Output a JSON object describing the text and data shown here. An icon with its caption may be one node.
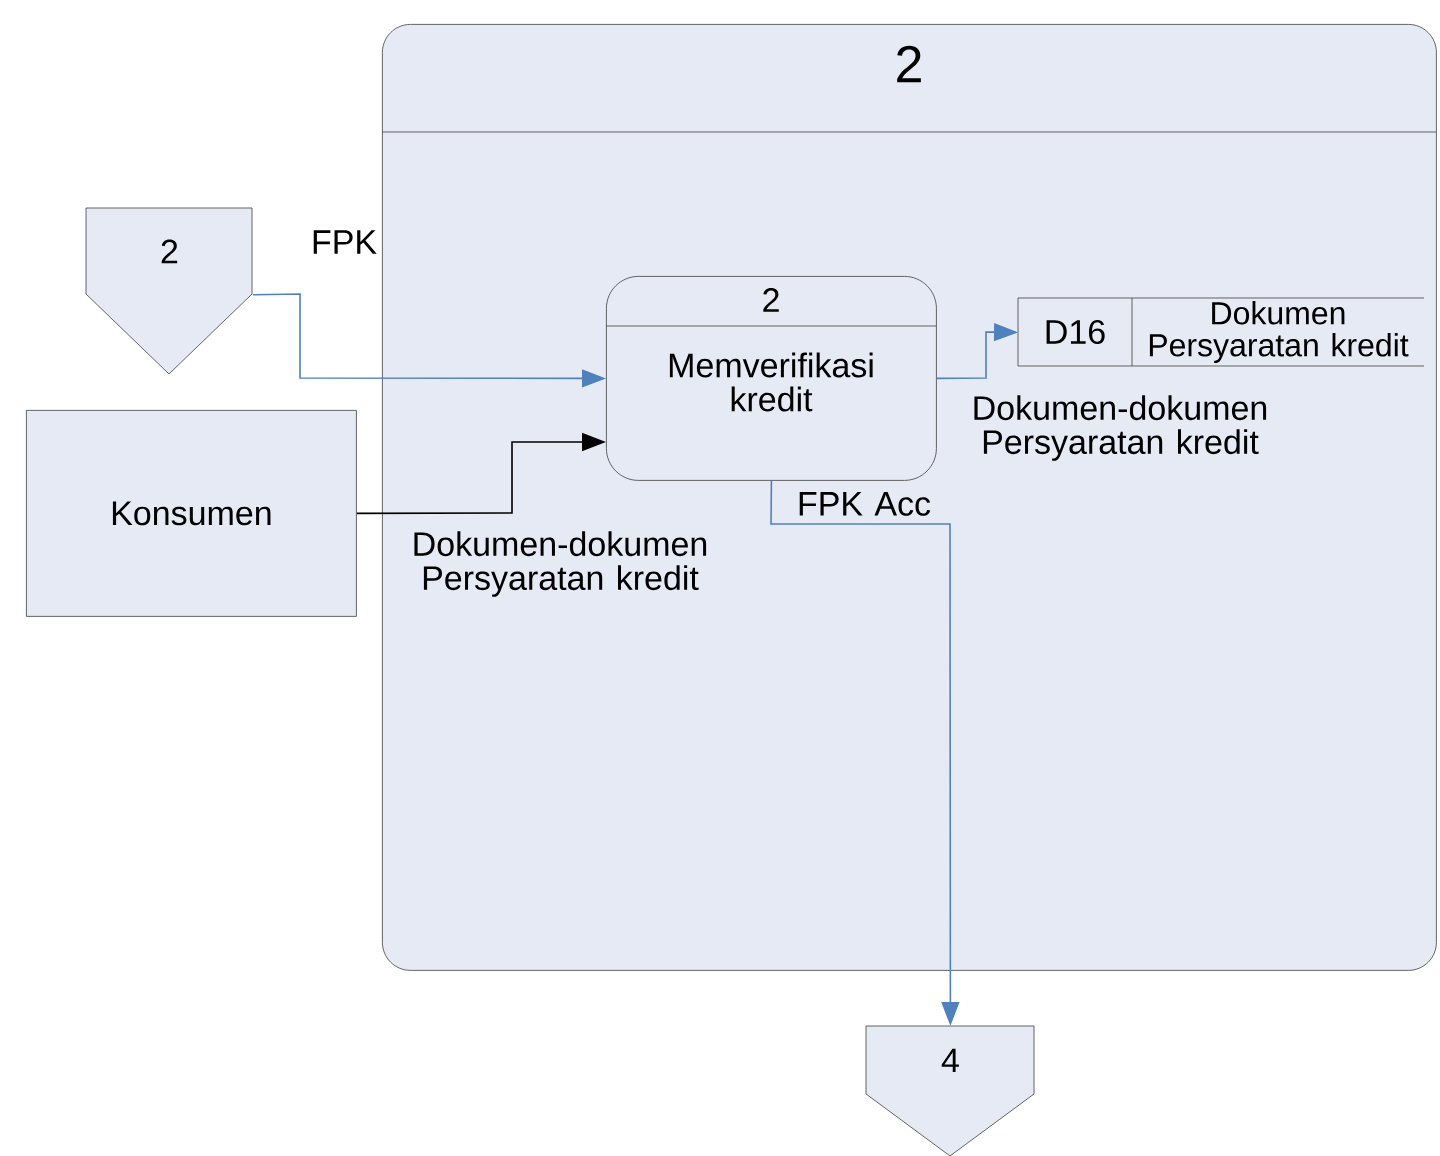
{
  "diagram": {
    "nodes": [
      {
        "text": [
          "2"
        ]
      },
      {
        "text": [
          "2"
        ]
      },
      {
        "text": [
          "Konsumen"
        ]
      },
      {
        "text": [
          "2",
          "Memverifikasi kredit"
        ],
        "in": 0
      },
      {
        "text": [
          "D16",
          "Dokumen Persyaratan kredit"
        ],
        "in": 0
      },
      {
        "text": [
          "4"
        ]
      }
    ],
    "edges": [
      {
        "from": 1,
        "to": 3,
        "arrow": "to",
        "label": "FPK"
      },
      {
        "from": 2,
        "to": 3,
        "arrow": "to",
        "label": "Dokumen-dokumen Persyaratan kredit",
        "color": "#000000"
      },
      {
        "from": 3,
        "to": 4,
        "arrow": "to",
        "label": "Dokumen-dokumen Persyaratan kredit"
      },
      {
        "from": 3,
        "to": 5,
        "arrow": "to",
        "label": "FPK Acc"
      }
    ]
  }
}
